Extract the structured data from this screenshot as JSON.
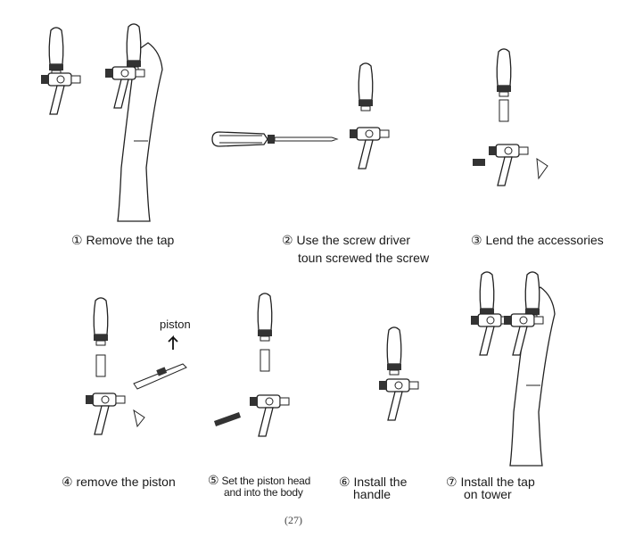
{
  "steps": [
    {
      "marker": "①",
      "text": "Remove the tap"
    },
    {
      "marker": "②",
      "line1": "Use the screw driver",
      "line2": "toun screwed the screw"
    },
    {
      "marker": "③",
      "text": "Lend the accessories"
    },
    {
      "marker": "④",
      "text": "remove the piston"
    },
    {
      "marker": "⑤",
      "line1": "Set the piston head",
      "line2": "and into the body"
    },
    {
      "marker": "⑥",
      "line1": "Install the",
      "line2": "handle"
    },
    {
      "marker": "⑦",
      "line1": "Install the tap",
      "line2": "on tower"
    }
  ],
  "labels": {
    "piston": "piston"
  },
  "page_number": "(27)"
}
